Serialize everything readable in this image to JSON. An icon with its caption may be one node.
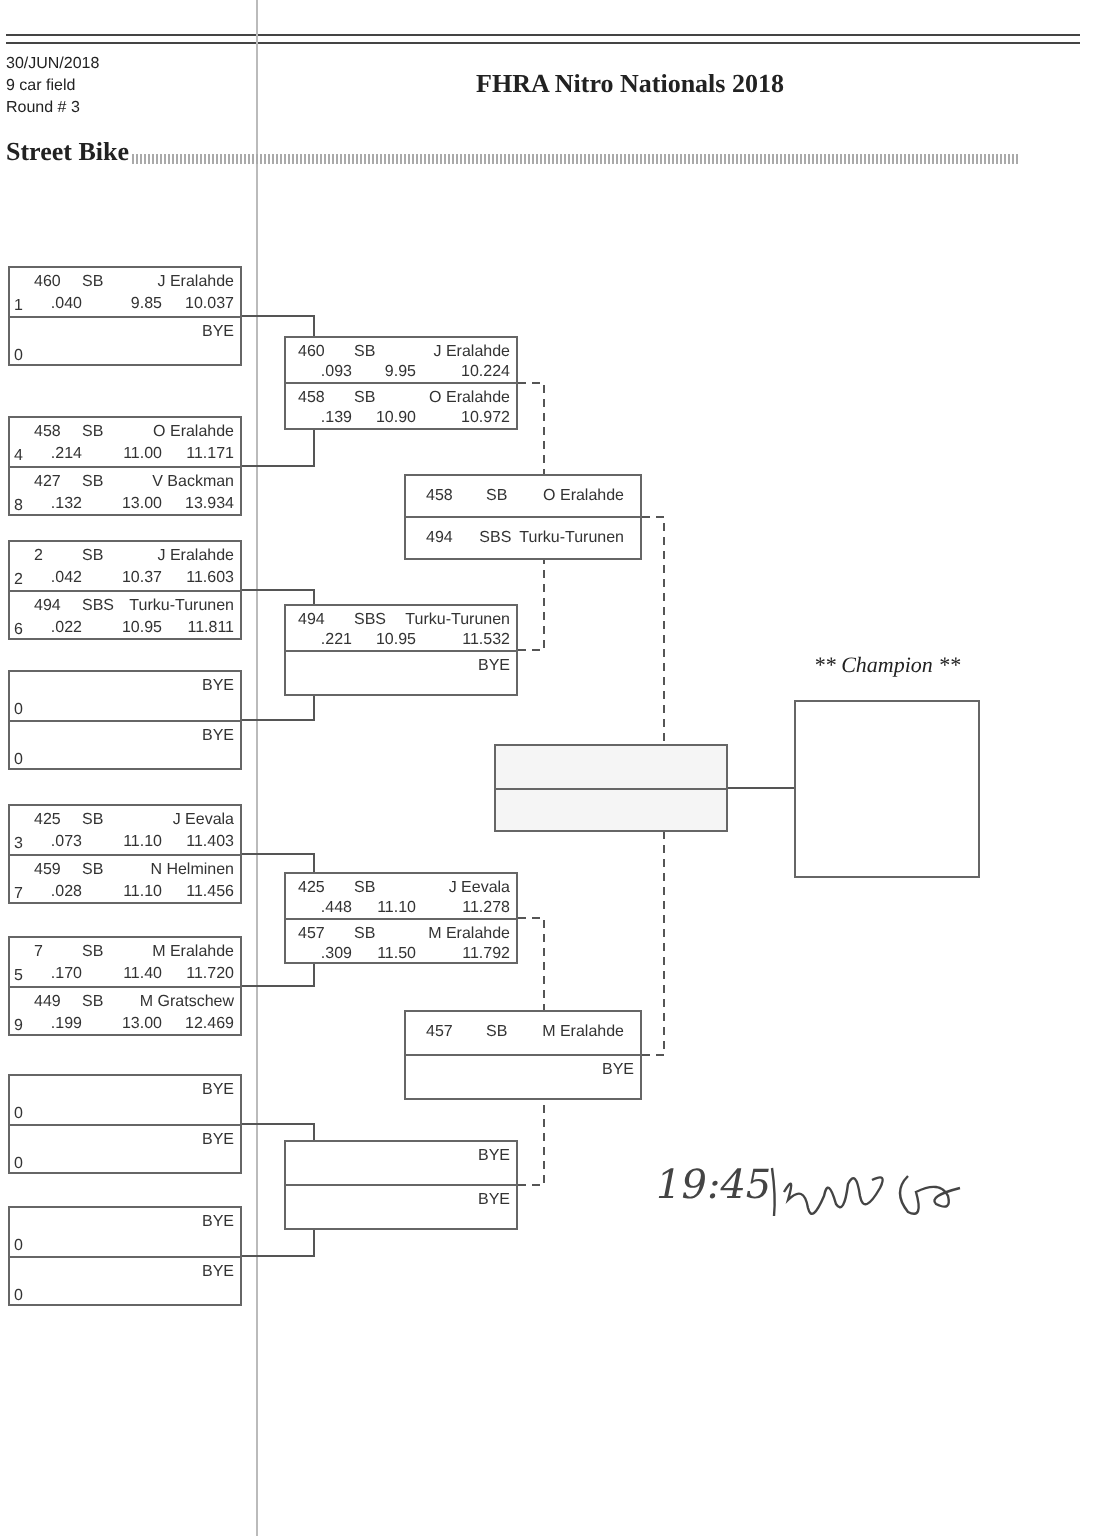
{
  "diagram": {
    "title": "FHRA Nitro Nationals 2018",
    "nodes": [
      {
        "text": [],
        "shape": "box"
      },
      {
        "text": [
          "460",
          "SB",
          "J Eralahde",
          "1",
          ".040",
          "9.85",
          "10.037"
        ],
        "in": 0
      },
      {
        "text": [
          "BYE",
          "0"
        ],
        "in": 0
      },
      {
        "text": [],
        "shape": "box"
      },
      {
        "text": [
          "458",
          "SB",
          "O Eralahde",
          "4",
          ".214",
          "11.00",
          "11.171"
        ],
        "in": 3
      },
      {
        "text": [
          "427",
          "SB",
          "V Backman",
          "8",
          ".132",
          "13.00",
          "13.934"
        ],
        "in": 3
      },
      {
        "text": [],
        "shape": "box"
      },
      {
        "text": [
          "2",
          "SB",
          "J Eralahde",
          "2",
          ".042",
          "10.37",
          "11.603"
        ],
        "in": 6
      },
      {
        "text": [
          "494",
          "SBS",
          "Turku-Turunen",
          "6",
          ".022",
          "10.95",
          "11.811"
        ],
        "in": 6
      },
      {
        "text": [],
        "shape": "box"
      },
      {
        "text": [
          "BYE",
          "0"
        ],
        "in": 9
      },
      {
        "text": [
          "BYE",
          "0"
        ],
        "in": 9
      },
      {
        "text": [],
        "shape": "box"
      },
      {
        "text": [
          "425",
          "SB",
          "J Eevala",
          "3",
          ".073",
          "11.10",
          "11.403"
        ],
        "in": 12
      },
      {
        "text": [
          "459",
          "SB",
          "N Helminen",
          "7",
          ".028",
          "11.10",
          "11.456"
        ],
        "in": 12
      },
      {
        "text": [],
        "shape": "box"
      },
      {
        "text": [
          "7",
          "SB",
          "M Eralahde",
          "5",
          ".170",
          "11.40",
          "11.720"
        ],
        "in": 15
      },
      {
        "text": [
          "449",
          "SB",
          "M Gratschew",
          "9",
          ".199",
          "13.00",
          "12.469"
        ],
        "in": 15
      },
      {
        "text": [],
        "shape": "box"
      },
      {
        "text": [
          "BYE",
          "0"
        ],
        "in": 18
      },
      {
        "text": [
          "BYE",
          "0"
        ],
        "in": 18
      },
      {
        "text": [],
        "shape": "box"
      },
      {
        "text": [
          "BYE",
          "0"
        ],
        "in": 21
      },
      {
        "text": [
          "BYE",
          "0"
        ],
        "in": 21
      },
      {
        "text": [],
        "shape": "box"
      },
      {
        "text": [
          "460",
          "SB",
          "J Eralahde",
          ".093",
          "9.95",
          "10.224"
        ],
        "in": 24
      },
      {
        "text": [
          "458",
          "SB",
          "O Eralahde",
          ".139",
          "10.90",
          "10.972"
        ],
        "in": 24
      },
      {
        "text": [],
        "shape": "box"
      },
      {
        "text": [
          "494",
          "SBS",
          "Turku-Turunen",
          ".221",
          "10.95",
          "11.532"
        ],
        "in": 27
      },
      {
        "text": [
          "BYE"
        ],
        "in": 27
      },
      {
        "text": [],
        "shape": "box"
      },
      {
        "text": [
          "425",
          "SB",
          "J Eevala",
          ".448",
          "11.10",
          "11.278"
        ],
        "in": 30
      },
      {
        "text": [
          "457",
          "SB",
          "M Eralahde",
          ".309",
          "11.50",
          "11.792"
        ],
        "in": 30
      },
      {
        "text": [],
        "shape": "box"
      },
      {
        "text": [
          "BYE"
        ],
        "in": 33
      },
      {
        "text": [
          "BYE"
        ],
        "in": 33
      },
      {
        "text": [],
        "shape": "box"
      },
      {
        "text": [
          "458",
          "SB",
          "O Eralahde"
        ],
        "in": 36
      },
      {
        "text": [
          "494",
          "SBS",
          "Turku-Turunen"
        ],
        "in": 36
      },
      {
        "text": [],
        "shape": "box"
      },
      {
        "text": [
          "457",
          "SB",
          "M Eralahde"
        ],
        "in": 39
      },
      {
        "text": [
          "BYE"
        ],
        "in": 39
      },
      {
        "text": [],
        "shape": "box"
      },
      {
        "text": [],
        "shape": "box",
        "in": 42
      },
      {
        "text": [],
        "shape": "box",
        "in": 42
      },
      {
        "text": [
          "** Champion **"
        ]
      }
    ],
    "edges": [
      {
        "from": 0,
        "to": 24,
        "arrow": "none"
      },
      {
        "from": 3,
        "to": 24,
        "arrow": "none"
      },
      {
        "from": 6,
        "to": 27,
        "arrow": "none"
      },
      {
        "from": 9,
        "to": 27,
        "arrow": "none"
      },
      {
        "from": 12,
        "to": 30,
        "arrow": "none"
      },
      {
        "from": 15,
        "to": 30,
        "arrow": "none"
      },
      {
        "from": 18,
        "to": 33,
        "arrow": "none"
      },
      {
        "from": 21,
        "to": 33,
        "arrow": "none"
      },
      {
        "from": 24,
        "to": 36,
        "arrow": "none",
        "style": "dashed"
      },
      {
        "from": 27,
        "to": 36,
        "arrow": "none",
        "style": "dashed"
      },
      {
        "from": 30,
        "to": 39,
        "arrow": "none",
        "style": "dashed"
      },
      {
        "from": 33,
        "to": 39,
        "arrow": "none",
        "style": "dashed"
      },
      {
        "from": 36,
        "to": 42,
        "arrow": "none",
        "style": "dashed"
      },
      {
        "from": 39,
        "to": 42,
        "arrow": "none",
        "style": "dashed"
      },
      {
        "from": 42,
        "to": 45,
        "arrow": "none"
      }
    ],
    "labels": [
      "30/JUN/2018",
      "9 car field",
      "Round # 3",
      "Street Bike",
      "19:45"
    ]
  }
}
